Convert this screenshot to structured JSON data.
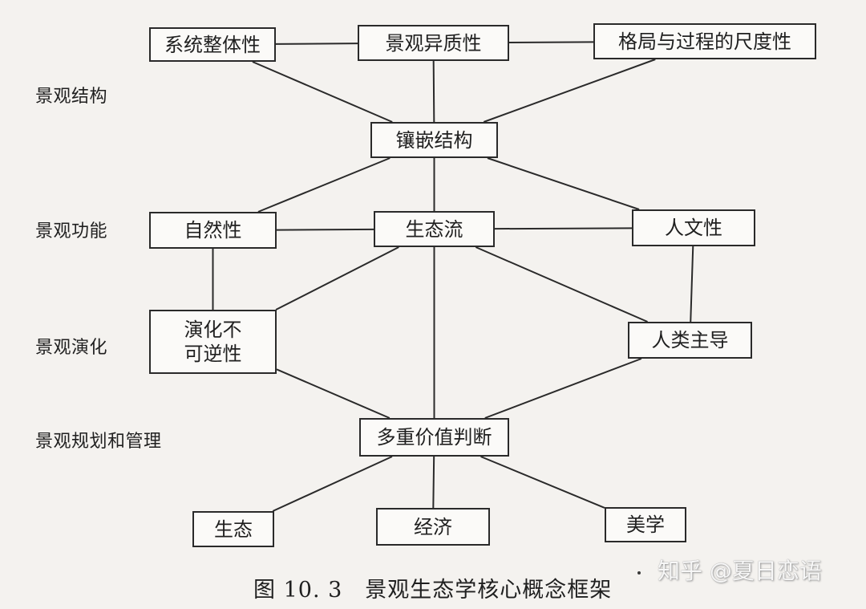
{
  "levels": {
    "structure": "景观结构",
    "function": "景观功能",
    "evolution": "景观演化",
    "planning": "景观规划和管理"
  },
  "nodes": {
    "systemIntegrity": "系统整体性",
    "heterogeneity": "景观异质性",
    "scale": "格局与过程的尺度性",
    "mosaic": "镶嵌结构",
    "naturalness": "自然性",
    "ecoFlow": "生态流",
    "humanistic": "人文性",
    "irreversible": "演化不\n可逆性",
    "humanDominant": "人类主导",
    "multiValue": "多重价值判断",
    "ecology": "生态",
    "economy": "经济",
    "aesthetics": "美学"
  },
  "caption": "图 10. 3　景观生态学核心概念框架",
  "watermark": "知乎 @夏日恋语",
  "edges": [
    [
      "systemIntegrity",
      "heterogeneity"
    ],
    [
      "heterogeneity",
      "scale"
    ],
    [
      "systemIntegrity",
      "mosaic"
    ],
    [
      "heterogeneity",
      "mosaic"
    ],
    [
      "scale",
      "mosaic"
    ],
    [
      "mosaic",
      "naturalness"
    ],
    [
      "mosaic",
      "ecoFlow"
    ],
    [
      "mosaic",
      "humanistic"
    ],
    [
      "naturalness",
      "ecoFlow"
    ],
    [
      "ecoFlow",
      "humanistic"
    ],
    [
      "naturalness",
      "irreversible"
    ],
    [
      "ecoFlow",
      "irreversible"
    ],
    [
      "ecoFlow",
      "humanDominant"
    ],
    [
      "humanistic",
      "humanDominant"
    ],
    [
      "ecoFlow",
      "multiValue"
    ],
    [
      "irreversible",
      "multiValue"
    ],
    [
      "humanDominant",
      "multiValue"
    ],
    [
      "multiValue",
      "ecology"
    ],
    [
      "multiValue",
      "economy"
    ],
    [
      "multiValue",
      "aesthetics"
    ]
  ]
}
